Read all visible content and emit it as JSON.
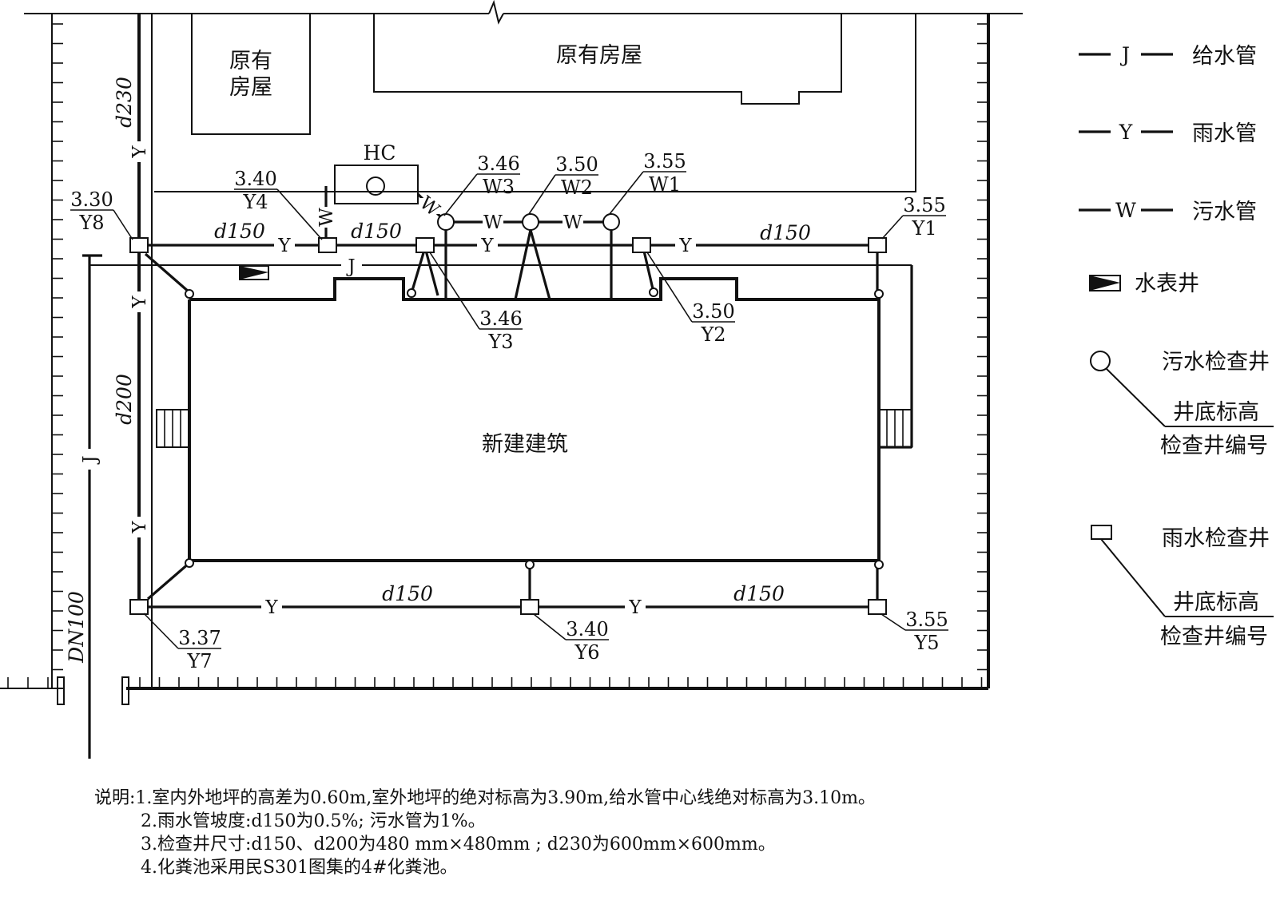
{
  "labels": {
    "existing_house_left": [
      "原有",
      "房屋"
    ],
    "existing_house_top": "原有房屋",
    "new_building": "新建建筑",
    "septic_tank": "HC",
    "pipe_d230": "d230",
    "pipe_d200": "d200",
    "pipe_d150": "d150",
    "pipe_dn100": "DN100",
    "letter_J": "J",
    "letter_Y": "Y",
    "letter_W": "W"
  },
  "wells": [
    {
      "id": "Y1",
      "elevation": "3.55"
    },
    {
      "id": "Y2",
      "elevation": "3.50"
    },
    {
      "id": "Y3",
      "elevation": "3.46"
    },
    {
      "id": "Y4",
      "elevation": "3.40"
    },
    {
      "id": "Y5",
      "elevation": "3.55"
    },
    {
      "id": "Y6",
      "elevation": "3.40"
    },
    {
      "id": "Y7",
      "elevation": "3.37"
    },
    {
      "id": "Y8",
      "elevation": "3.30"
    },
    {
      "id": "W1",
      "elevation": "3.55"
    },
    {
      "id": "W2",
      "elevation": "3.50"
    },
    {
      "id": "W3",
      "elevation": "3.46"
    }
  ],
  "legend": {
    "water_supply": {
      "code": "J",
      "label": "给水管"
    },
    "rain": {
      "code": "Y",
      "label": "雨水管"
    },
    "sewage": {
      "code": "W",
      "label": "污水管"
    },
    "meter_well": "水表井",
    "sewage_well": "污水检查井",
    "rain_well": "雨水检查井",
    "bottom_elev": "井底标高",
    "well_number": "检查井编号"
  },
  "notes": [
    "说明:1.室内外地坪的高差为0.60m,室外地坪的绝对标高为3.90m,给水管中心线绝对标高为3.10m。",
    "2.雨水管坡度:d150为0.5%; 污水管为1%。",
    "3.检查井尺寸:d150、d200为480 mm×480mm ; d230为600mm×600mm。",
    "4.化粪池采用民S301图集的4#化粪池。"
  ]
}
